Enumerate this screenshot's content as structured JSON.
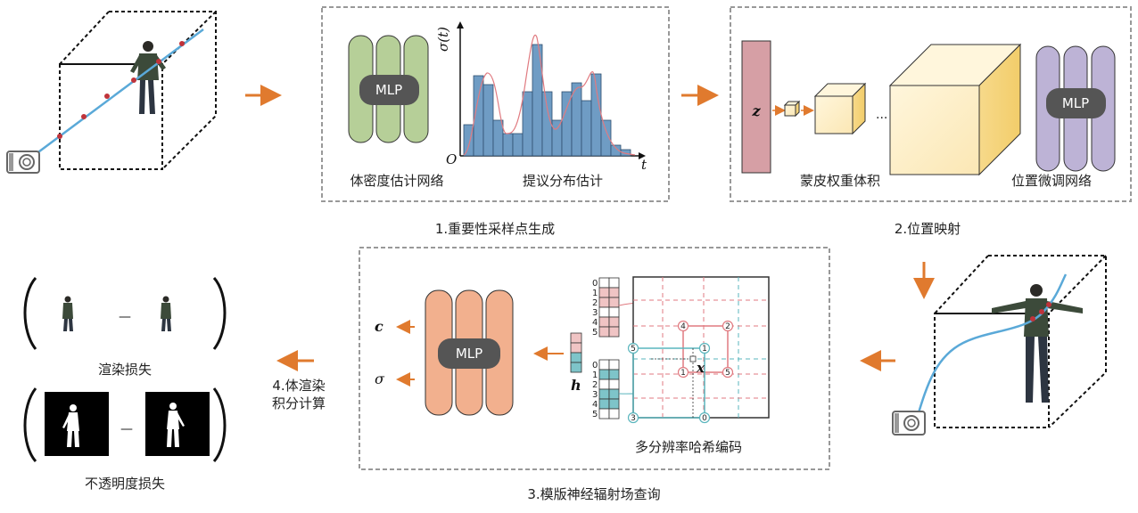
{
  "panels": {
    "p1": {
      "caption": "1.重要性采样点生成",
      "density_label": "体密度估计网络",
      "proposal_label": "提议分布估计",
      "mlp": "MLP",
      "axis_y": "σ(t)",
      "axis_x": "t",
      "origin": "O"
    },
    "p2": {
      "caption": "2.位置映射",
      "z": "z",
      "dots": "···",
      "volume_label": "蒙皮权重体积",
      "finetune_label": "位置微调网络",
      "mlp": "MLP"
    },
    "p3": {
      "caption": "3.模版神经辐射场查询",
      "mlp": "MLP",
      "out_c": "c",
      "out_sigma": "σ",
      "h": "h",
      "x": "x",
      "hash_label": "多分辨率哈希编码",
      "table_indices": [
        "0",
        "1",
        "2",
        "3",
        "4",
        "5"
      ],
      "grid_nodes_red": [
        "4",
        "2",
        "1",
        "5"
      ],
      "grid_nodes_teal": [
        "5",
        "1",
        "3",
        "0"
      ]
    },
    "p4": {
      "caption_line1": "4.体渲染",
      "caption_line2": "积分计算",
      "render_loss": "渲染损失",
      "opacity_loss": "不透明度损失",
      "minus": "—"
    }
  },
  "colors": {
    "arrow": "#e07a2e",
    "density_mlp": "#b6cf98",
    "finetune_mlp": "#bdb3d6",
    "template_mlp": "#f2b08e",
    "mlp_core": "#555555",
    "latent_z": "#d69fa5",
    "hist_bar": "#6f9cc4",
    "red_grid": "#e07a80",
    "teal_grid": "#5ab5bd",
    "ray": "#5aa9d8"
  },
  "icons": [
    "camera-icon",
    "human-figure-icon",
    "right-arrow-icon",
    "down-arrow-icon",
    "left-arrow-icon"
  ]
}
